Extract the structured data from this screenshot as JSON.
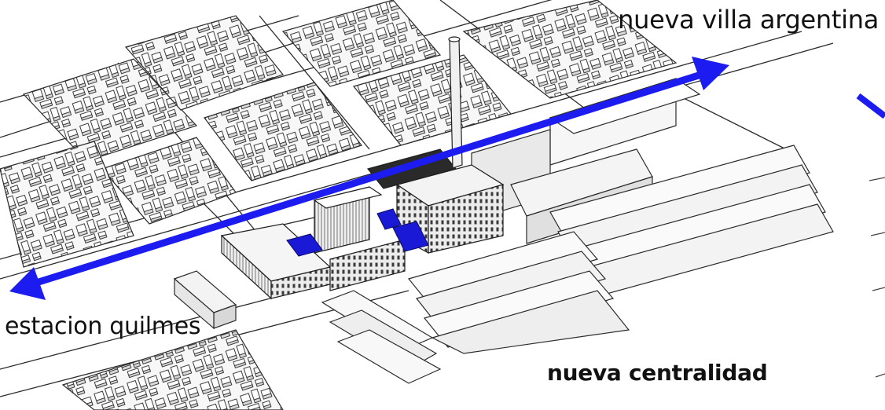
{
  "labels": {
    "destination_north": "nueva villa argentina",
    "destination_south": "estacion quilmes",
    "project_name": "nueva centralidad"
  },
  "colors": {
    "axis_arrow": "#1c1cf0",
    "highlight_volume": "#1a1ad6",
    "building_face": "#e4e4e4",
    "building_top": "#f4f4f4",
    "line": "#222222"
  }
}
